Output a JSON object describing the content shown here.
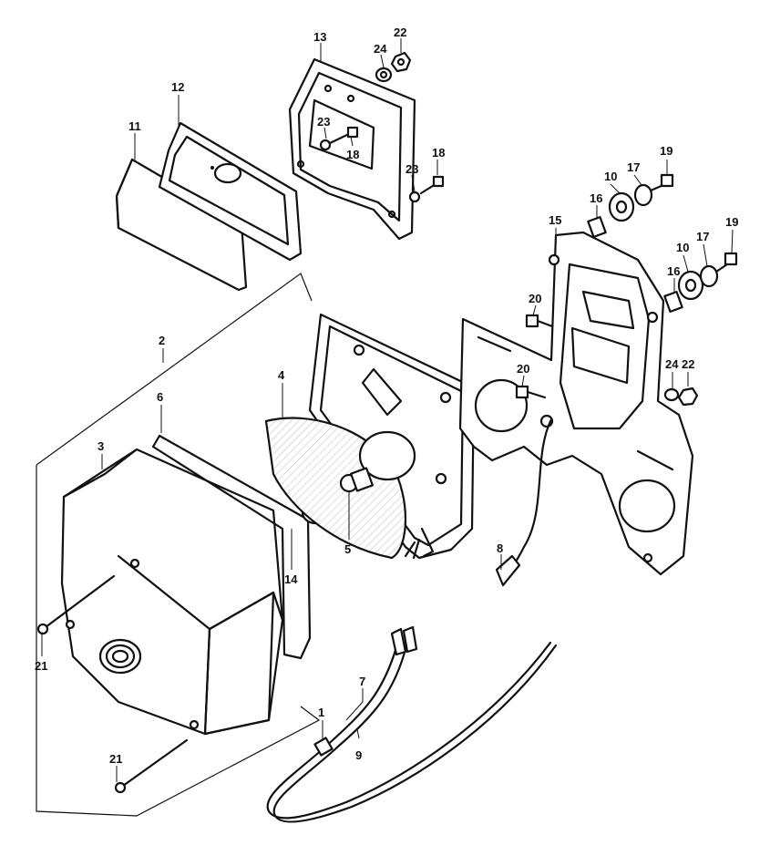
{
  "callouts": {
    "c1": "1",
    "c2": "2",
    "c3": "3",
    "c4": "4",
    "c5": "5",
    "c6": "6",
    "c7": "7",
    "c8": "8",
    "c9": "9",
    "c10a": "10",
    "c10b": "10",
    "c11": "11",
    "c12": "12",
    "c13": "13",
    "c14": "14",
    "c15": "15",
    "c16a": "16",
    "c16b": "16",
    "c17a": "17",
    "c17b": "17",
    "c18a": "18",
    "c18b": "18",
    "c19a": "19",
    "c19b": "19",
    "c20a": "20",
    "c20b": "20",
    "c21a": "21",
    "c21b": "21",
    "c22a": "22",
    "c22b": "22",
    "c23a": "23",
    "c23b": "23",
    "c24a": "24",
    "c24b": "24"
  }
}
